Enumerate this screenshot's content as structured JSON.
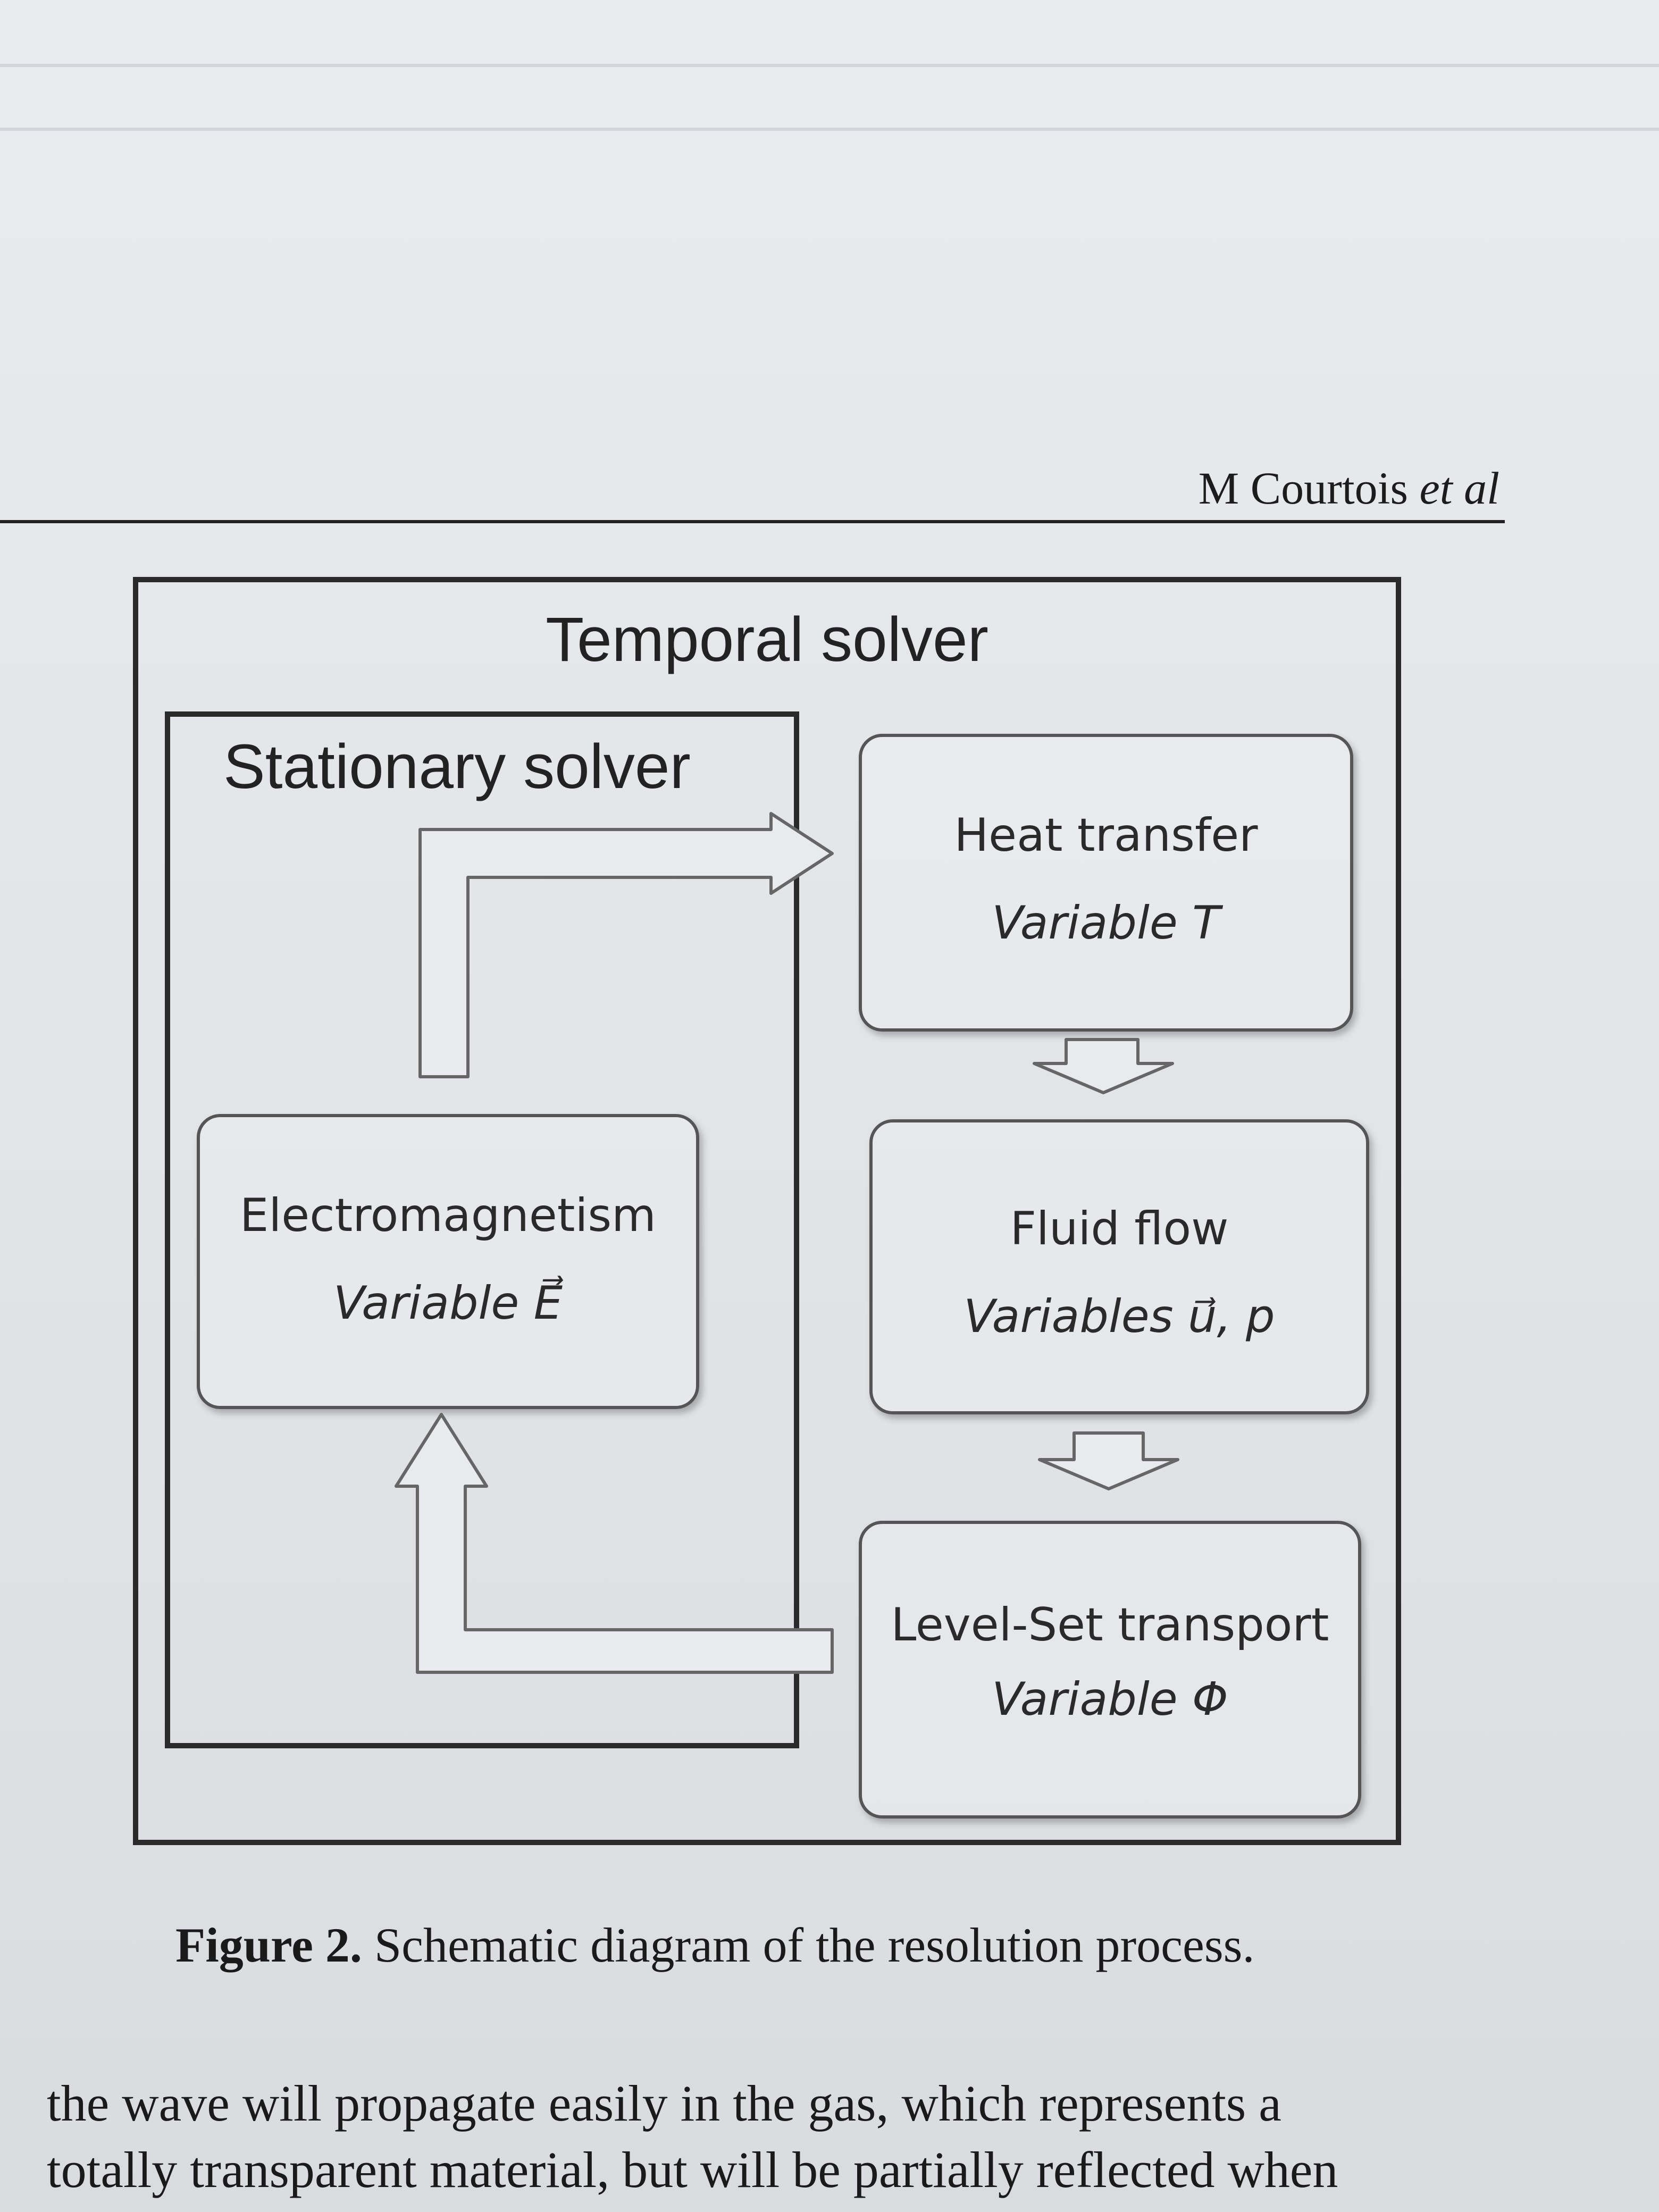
{
  "page_header": {
    "author": "M Courtois",
    "etal": "et al"
  },
  "diagram": {
    "outer_title": "Temporal solver",
    "inner_title": "Stationary solver",
    "boxes": {
      "heat": {
        "title": "Heat transfer",
        "variable": "Variable T"
      },
      "fluid": {
        "title": "Fluid flow",
        "variable": "Variables u⃗, p"
      },
      "levelset": {
        "title": "Level-Set transport",
        "variable": "Variable Φ"
      },
      "em": {
        "title": "Electromagnetism",
        "variable": "Variable E⃗"
      }
    }
  },
  "caption": {
    "label": "Figure 2.",
    "text": " Schematic diagram of the resolution process."
  },
  "body_text": {
    "line1": "the wave will propagate easily in the gas, which represents a",
    "line2": "totally transparent material, but will be partially reflected when"
  }
}
